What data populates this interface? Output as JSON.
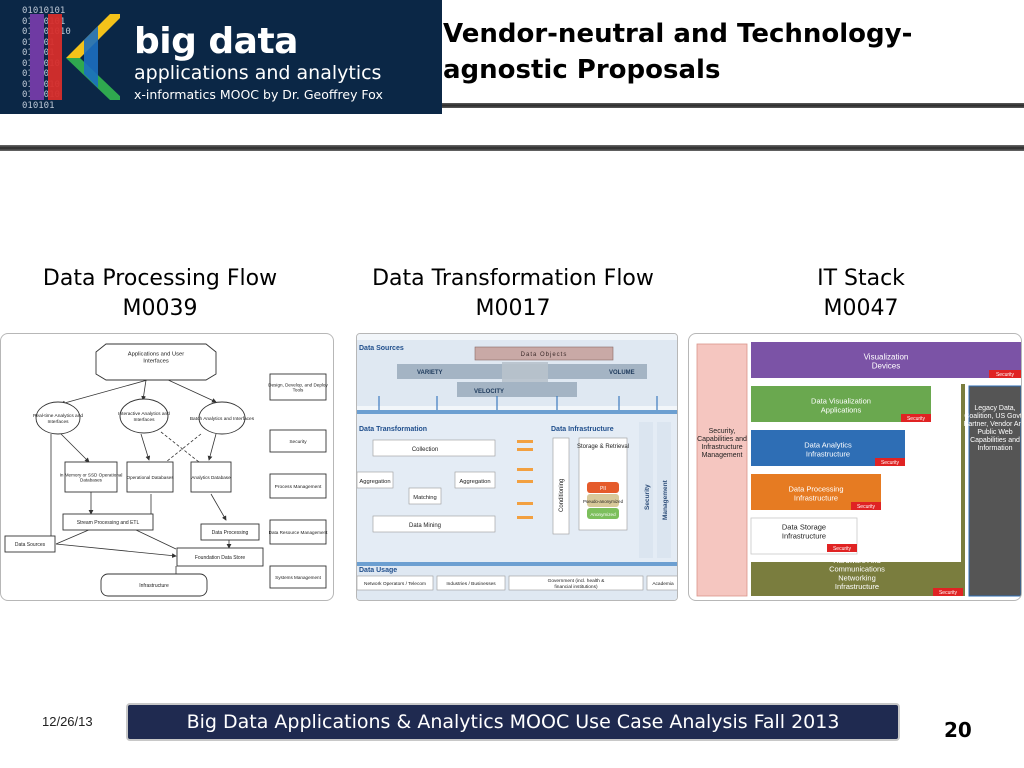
{
  "logo": {
    "binary": "01010101\n01010101\n010101010\n010101\n010101\n0101010\n01010\n0101010\n0101010\n010101",
    "line1": "big data",
    "line2": "applications and analytics",
    "line3": "x-informatics MOOC by Dr. Geoffrey Fox",
    "colors": {
      "background": "#0b2746",
      "bar_purple": "#6f3aa3",
      "bar_red": "#d72d2b",
      "bar_yellow": "#f4c21a",
      "bar_green": "#2fa84f",
      "bar_blue": "#1c6fc0"
    }
  },
  "title": "Vendor-neutral and Technology-\nagnostic Proposals",
  "columns": [
    {
      "title_line1": "Data Processing Flow",
      "title_line2": "M0039"
    },
    {
      "title_line1": "Data Transformation Flow",
      "title_line2": "M0017"
    },
    {
      "title_line1": "IT Stack",
      "title_line2": "M0047"
    }
  ],
  "flow1": {
    "apps": "Applications and User Interfaces",
    "realtime": "Real-time Analytics and Interfaces",
    "interactive": "Interactive Analytics and Interfaces",
    "batch": "Batch Analytics and Interfaces",
    "inmemory": "In Memory or SSD Operational Databases",
    "operational": "Operational Databases",
    "analytics": "Analytics Database",
    "stream": "Stream Processing and ETL",
    "data_processing": "Data Processing",
    "data_sources": "Data Sources",
    "foundation": "Foundation Data Store",
    "infrastructure": "Infrastructure",
    "side_design": "Design, Develop, and Deploy Tools",
    "side_security": "Security",
    "side_process": "Process Management",
    "side_resource": "Data Resource Management",
    "side_systems": "Systems Management"
  },
  "flow2": {
    "data_sources": "Data Sources",
    "data_objects": "Data Objects",
    "variety": "VARIETY",
    "velocity": "VELOCITY",
    "volume": "VOLUME",
    "data_transformation": "Data Transformation",
    "data_infrastructure": "Data Infrastructure",
    "collection": "Collection",
    "aggregation_left": "Aggregation",
    "aggregation_right": "Aggregation",
    "matching": "Matching",
    "data_mining": "Data Mining",
    "conditioning": "Conditioning",
    "storage": "Storage & Retrieval",
    "pii": "PII",
    "pseudo": "Pseudo-anonymized",
    "anonymized": "Anonymized",
    "security": "Security",
    "management": "Management",
    "data_usage": "Data Usage",
    "usage_1": "Network Operators / Telecom",
    "usage_2": "Industries / Businesses",
    "usage_3": "Government (incl. health & financial institutions)",
    "usage_4": "Academia"
  },
  "stack": {
    "left_col": "Security, Capabilities and Infrastructure Management",
    "viz_devices": "Visualization Devices",
    "viz_apps": "Data Visualization Applications",
    "analytics": "Data Analytics Infrastructure",
    "processing": "Data Processing Infrastructure",
    "storage": "Data Storage Infrastructure",
    "hardware": "Hardware And Communications Networking Infrastructure",
    "right_col": "Legacy Data, Coalition, US Govt., Partner, Vendor And Public Web Capabilities and Information",
    "security_tag": "Security",
    "colors": {
      "viz_devices": "#7b53a6",
      "viz_apps": "#6aa84f",
      "analytics": "#2e6eb5",
      "processing": "#e67b22",
      "storage": "#ffffff",
      "hardware": "#7a7d3e",
      "right_col": "#555555",
      "left_col": "#f5c6c0",
      "security_tag": "#e02323"
    }
  },
  "footer": {
    "date": "12/26/13",
    "bar_text": "Big Data Applications & Analytics MOOC Use Case Analysis Fall 2013",
    "page": "20"
  }
}
